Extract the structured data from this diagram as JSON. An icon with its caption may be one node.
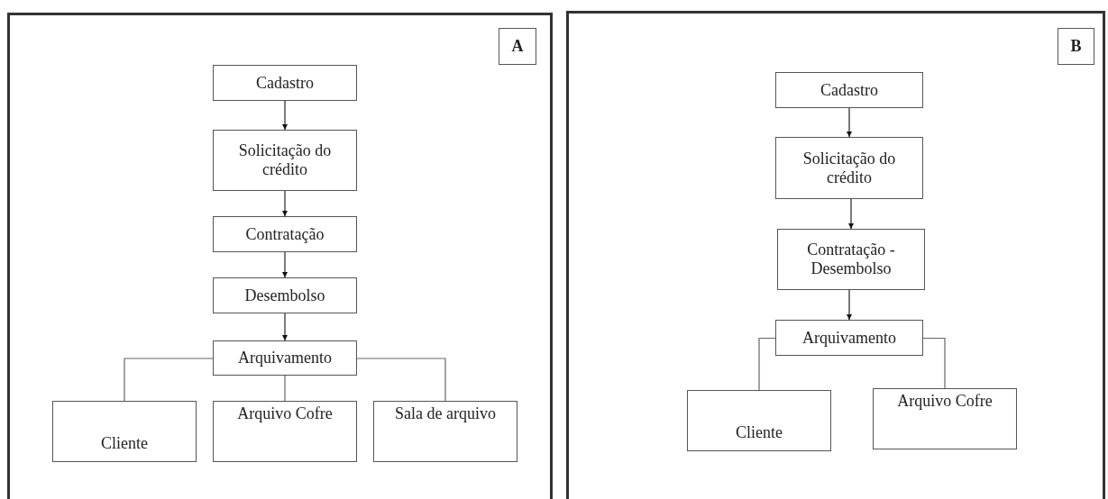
{
  "diagram": {
    "nodes": [
      {
        "text": [],
        "shape": "box"
      },
      {
        "text": [
          "A"
        ],
        "in": 0
      },
      {
        "text": [
          "Cadastro"
        ],
        "in": 0
      },
      {
        "text": [
          "Solicitação do crédito"
        ],
        "in": 0
      },
      {
        "text": [
          "Contratação"
        ],
        "in": 0
      },
      {
        "text": [
          "Desembolso"
        ],
        "in": 0
      },
      {
        "text": [
          "Arquivamento"
        ],
        "in": 0
      },
      {
        "text": [
          "Cliente"
        ],
        "in": 0
      },
      {
        "text": [
          "Arquivo Cofre"
        ],
        "in": 0
      },
      {
        "text": [
          "Sala de arquivo"
        ],
        "in": 0
      },
      {
        "text": [],
        "shape": "box"
      },
      {
        "text": [
          "B"
        ],
        "in": 10
      },
      {
        "text": [
          "Cadastro"
        ],
        "in": 10
      },
      {
        "text": [
          "Solicitação do crédito"
        ],
        "in": 10
      },
      {
        "text": [
          "Contratação - Desembolso"
        ],
        "in": 10
      },
      {
        "text": [
          "Arquivamento"
        ],
        "in": 10
      },
      {
        "text": [
          "Cliente"
        ],
        "in": 10
      },
      {
        "text": [
          "Arquivo Cofre"
        ],
        "in": 10
      }
    ],
    "edges": [
      {
        "from": 2,
        "to": 3,
        "arrow": "to"
      },
      {
        "from": 3,
        "to": 4,
        "arrow": "to"
      },
      {
        "from": 4,
        "to": 5,
        "arrow": "to"
      },
      {
        "from": 5,
        "to": 6,
        "arrow": "to"
      },
      {
        "from": 6,
        "to": 7,
        "arrow": "none"
      },
      {
        "from": 6,
        "to": 8,
        "arrow": "none"
      },
      {
        "from": 6,
        "to": 9,
        "arrow": "none"
      },
      {
        "from": 12,
        "to": 13,
        "arrow": "to"
      },
      {
        "from": 13,
        "to": 14,
        "arrow": "to"
      },
      {
        "from": 14,
        "to": 15,
        "arrow": "to"
      },
      {
        "from": 15,
        "to": 16,
        "arrow": "none"
      },
      {
        "from": 15,
        "to": 17,
        "arrow": "none"
      }
    ]
  }
}
